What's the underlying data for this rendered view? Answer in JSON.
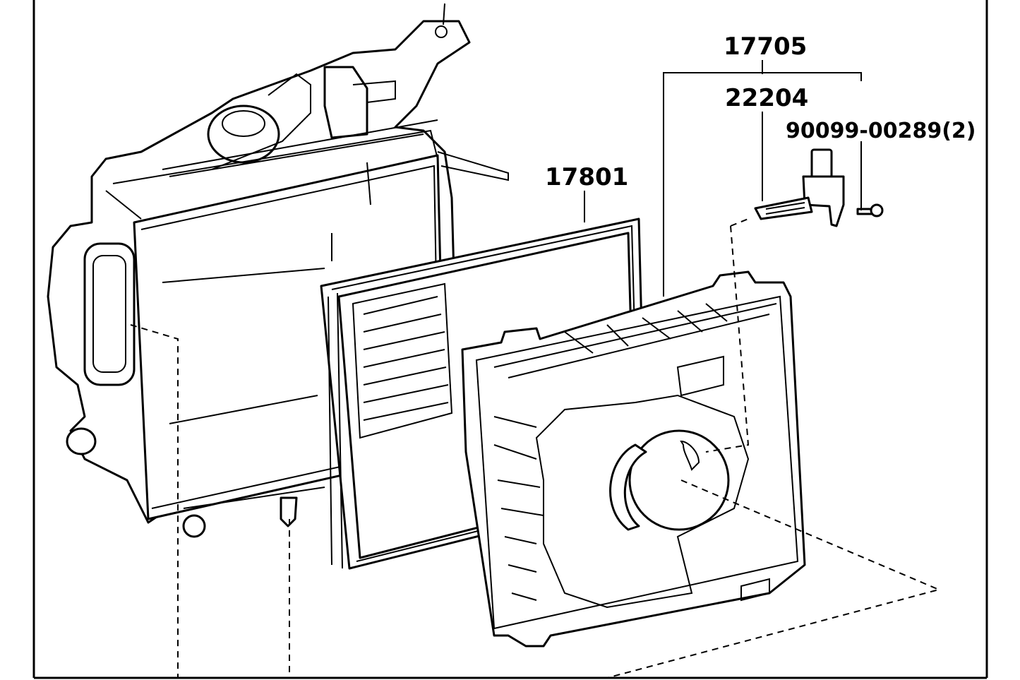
{
  "diagram": {
    "callouts": {
      "assembly": "17705",
      "sensor": "22204",
      "bolt": "90099-00289(2)",
      "filter": "17801"
    }
  }
}
